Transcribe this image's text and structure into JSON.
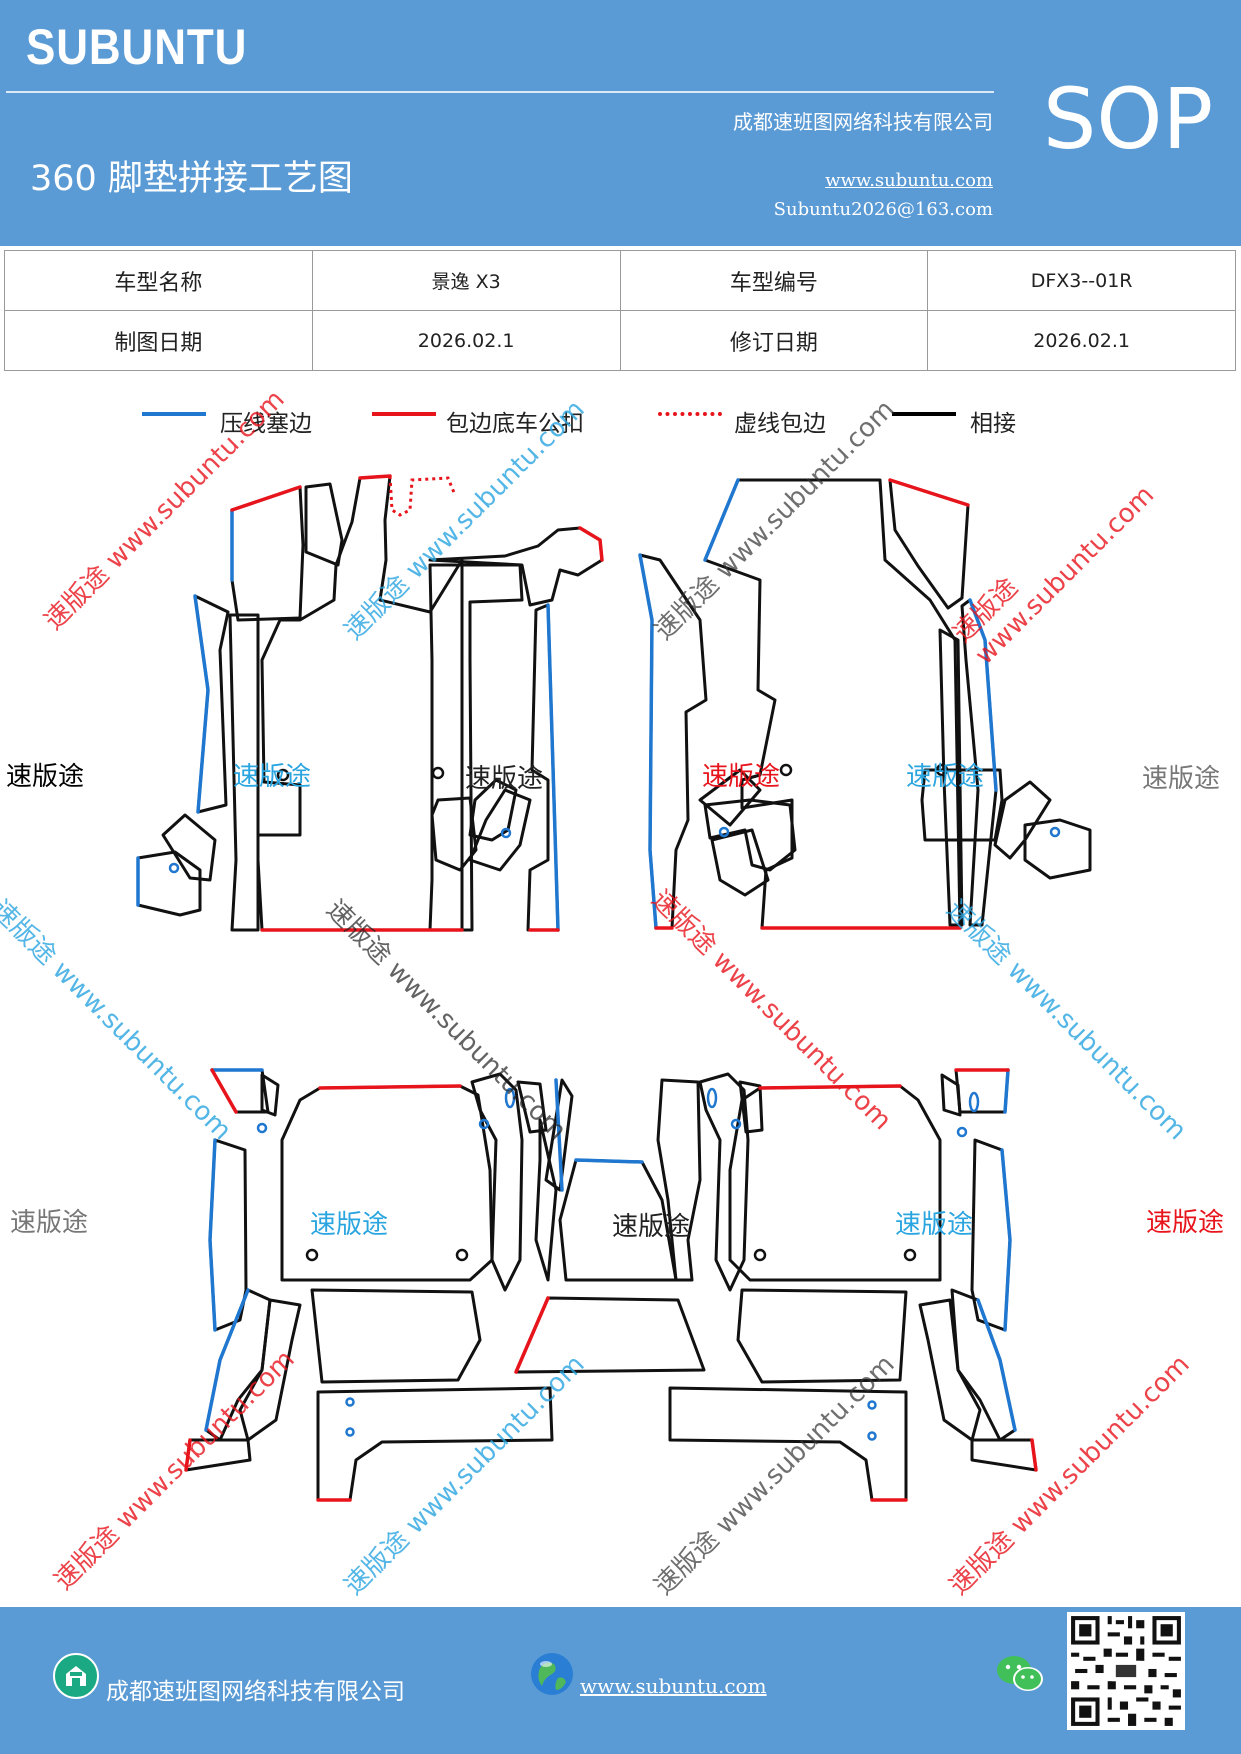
{
  "header": {
    "logo": "SUBUNTU",
    "title": "360 脚垫拼接工艺图",
    "company": "成都速班图网络科技有限公司",
    "url": "www.subuntu.com",
    "email": "Subuntu2026@163.com",
    "badge": "SOP"
  },
  "info_table": {
    "model_name_label": "车型名称",
    "model_name_value": "景逸 X3",
    "model_code_label": "车型编号",
    "model_code_value": "DFX3--01R",
    "draw_date_label": "制图日期",
    "draw_date_value": "2026.02.1",
    "revise_date_label": "修订日期",
    "revise_date_value": "2026.02.1"
  },
  "legend": [
    {
      "label": "压线塞边",
      "color": "#1f77d0",
      "style": "solid"
    },
    {
      "label": "包边底车公扣",
      "color": "#e8141c",
      "style": "solid"
    },
    {
      "label": "虚线包边",
      "color": "#e8141c",
      "style": "dotted"
    },
    {
      "label": "相接",
      "color": "#000000",
      "style": "solid"
    }
  ],
  "watermark": {
    "brand": "速版途",
    "url": "www.subuntu.com",
    "colors": {
      "red": "#e8141c",
      "blue": "#2aa5e0",
      "gray": "#777777",
      "dark": "#222222"
    }
  },
  "footer": {
    "company": "成都速班图网络科技有限公司",
    "url": "www.subuntu.com",
    "icons": [
      "building-icon",
      "globe-icon",
      "wechat-icon",
      "qr-code"
    ]
  }
}
